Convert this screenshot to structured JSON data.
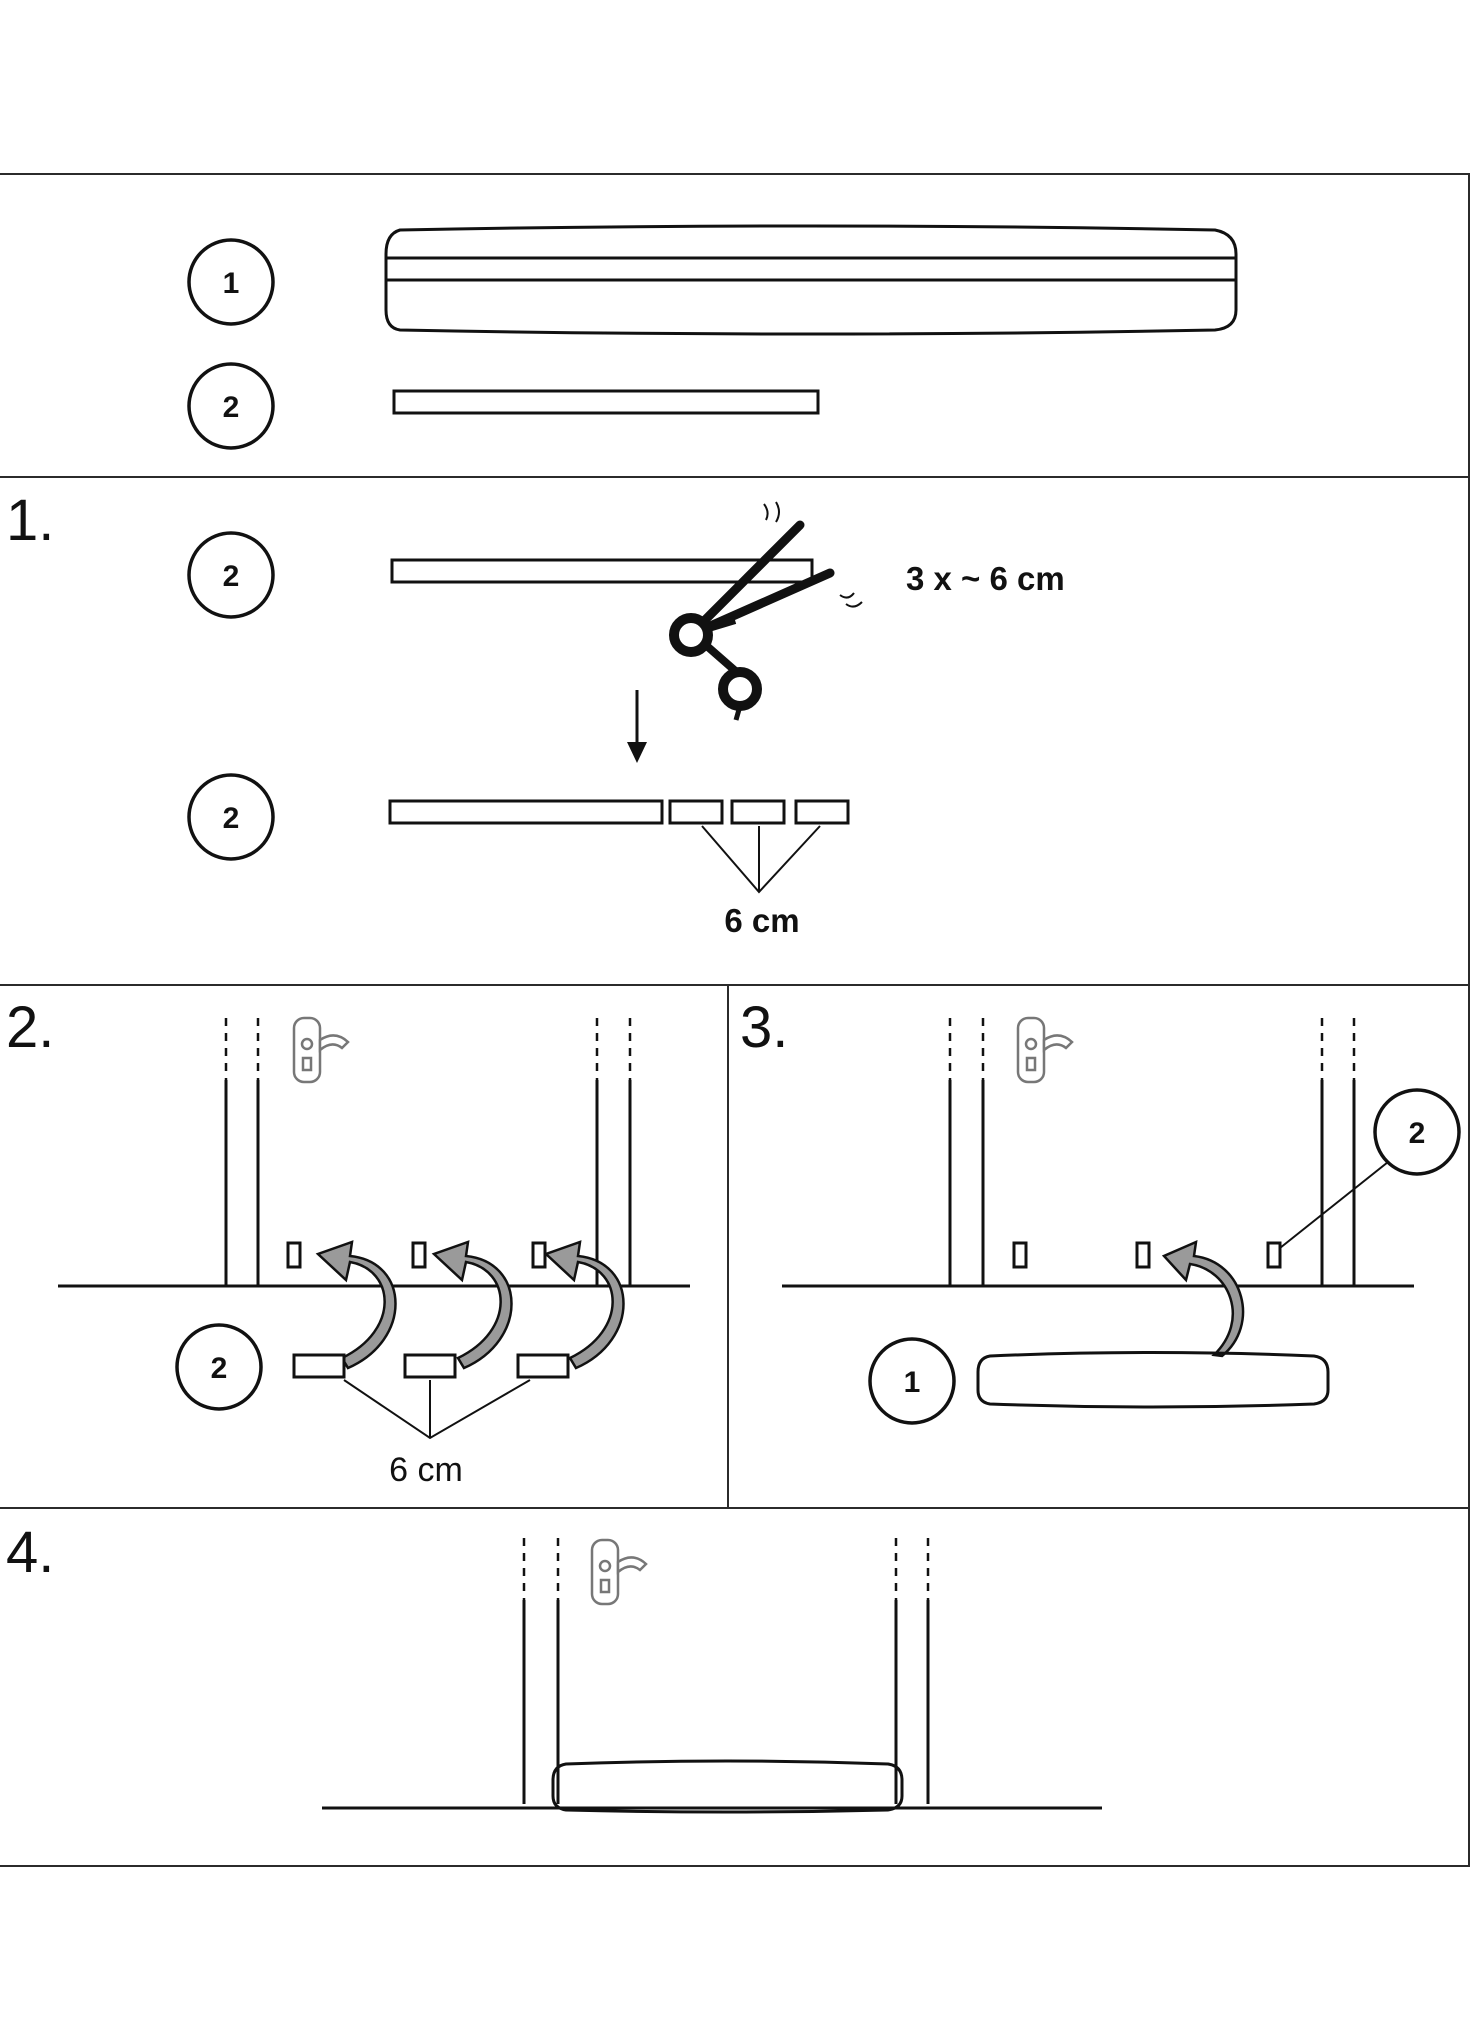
{
  "parts": {
    "part1_num": "1",
    "part2_num": "2"
  },
  "steps": {
    "s1": "1.",
    "s2": "2.",
    "s3": "3.",
    "s4": "4."
  },
  "step1": {
    "ref_top": "2",
    "ref_bottom": "2",
    "cut_note": "3 x ~ 6 cm",
    "piece_length": "6 cm"
  },
  "step2": {
    "ref": "2",
    "piece_length": "6 cm"
  },
  "step3": {
    "ref_tape": "2",
    "ref_pillow": "1"
  },
  "icons": [
    "scissors-icon",
    "door-handle-icon",
    "down-arrow-icon",
    "curved-arrow-icon"
  ]
}
